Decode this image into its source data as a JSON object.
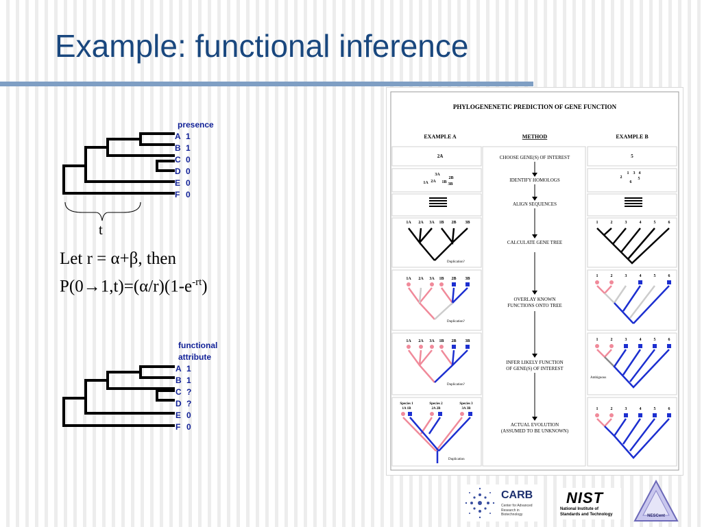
{
  "slide": {
    "title": "Example: functional inference"
  },
  "presence_tree": {
    "header": "presence",
    "rows": [
      {
        "label": "A",
        "value": "1"
      },
      {
        "label": "B",
        "value": "1"
      },
      {
        "label": "C",
        "value": "0"
      },
      {
        "label": "D",
        "value": "0"
      },
      {
        "label": "E",
        "value": "0"
      },
      {
        "label": "F",
        "value": "0"
      }
    ],
    "branch_length_label": "t"
  },
  "formula": {
    "line1": "Let r = α+β, then",
    "line2_main": "P(0→1,t)=(α/r)(1-e",
    "line2_sup": "-rt",
    "line2_end": ")"
  },
  "function_tree": {
    "header_line1": "functional",
    "header_line2": "attribute",
    "rows": [
      {
        "label": "A",
        "value": "1"
      },
      {
        "label": "B",
        "value": "1"
      },
      {
        "label": "C",
        "value": "?"
      },
      {
        "label": "D",
        "value": "?"
      },
      {
        "label": "E",
        "value": "0"
      },
      {
        "label": "F",
        "value": "0"
      }
    ]
  },
  "figure": {
    "title": "PHYLOGENENETIC PREDICTION OF GENE FUNCTION",
    "col_a": "EXAMPLE A",
    "col_method": "METHOD",
    "col_b": "EXAMPLE B",
    "steps": [
      "CHOOSE GENE(S) OF INTEREST",
      "IDENTIFY HOMOLOGS",
      "ALIGN SEQUENCES",
      "CALCULATE GENE TREE",
      "OVERLAY KNOWN",
      "FUNCTIONS ONTO TREE",
      "INFER LIKELY FUNCTION",
      "OF GENE(S) OF INTEREST",
      "ACTUAL EVOLUTION",
      "(ASSUMED TO BE UNKNOWN)"
    ],
    "example_a_gene": "2A",
    "example_b_gene": "5",
    "homologs_a": [
      "3A",
      "2B",
      "1A",
      "2A",
      "1B",
      "3B"
    ],
    "homologs_b": [
      "1",
      "3",
      "4",
      "2",
      "5",
      "6"
    ],
    "leaves_a": [
      "1A",
      "2A",
      "3A",
      "1B",
      "2B",
      "3B"
    ],
    "leaves_b": [
      "1",
      "2",
      "3",
      "4",
      "5",
      "6"
    ],
    "duplication_label": "Duplication?",
    "duplication_final": "Duplication",
    "ambiguous_label": "Ambiguous",
    "species": [
      "Species 1",
      "Species 2",
      "Species 3"
    ],
    "species_genes": [
      "1A 1B",
      "2A 2B",
      "3A 3B"
    ]
  },
  "logos": {
    "carb_name": "CARB",
    "carb_sub1": "Center for Advanced",
    "carb_sub2": "Research in Biotechnology",
    "nist_name": "NIST",
    "nist_sub1": "National Institute of",
    "nist_sub2": "Standards and Technology",
    "nescent_name": "NESCent"
  },
  "colors": {
    "title": "#19477e",
    "rule": "#7f9fc4",
    "trait_text": "#0f1f96",
    "function_red": "#f08a9a",
    "function_blue": "#1c2fd0"
  }
}
